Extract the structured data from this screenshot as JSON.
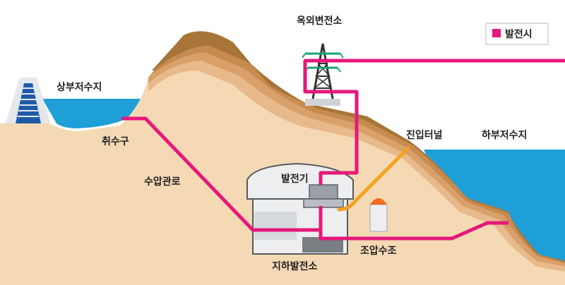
{
  "labels": {
    "upper_reservoir": "상부저수지",
    "intake": "취수구",
    "penstock": "수압관로",
    "outdoor_substation": "옥외변전소",
    "access_tunnel": "진입터널",
    "lower_reservoir": "하부저수지",
    "generator": "발전기",
    "surge_tank": "조압수조",
    "underground_plant": "지하발전소"
  },
  "legend": {
    "label": "발전시",
    "color": "#e5197a"
  },
  "colors": {
    "power_line": "#e5197a",
    "tunnel": "#f5a020",
    "water": "#1e9fd8",
    "ground": "#f5d9b5"
  }
}
